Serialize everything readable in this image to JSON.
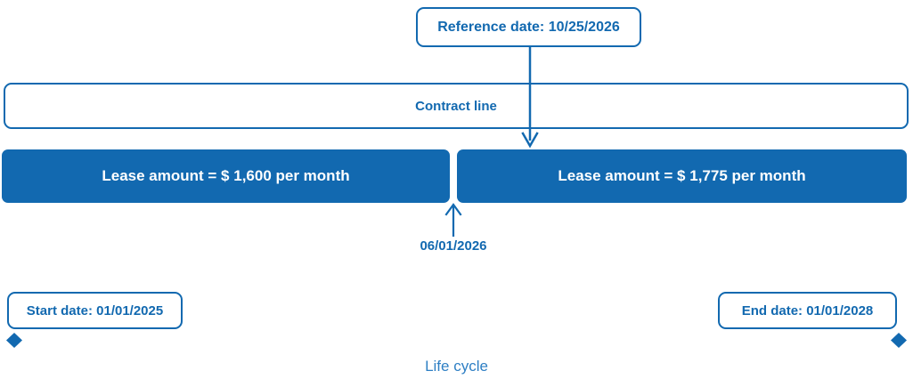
{
  "colors": {
    "primary_blue": "#1269b0",
    "bar_fill": "#1269b0",
    "bar_text": "#ffffff",
    "lifecycle_label": "#2e7fc4",
    "background": "#ffffff"
  },
  "reference": {
    "label": "Reference date: 10/25/2026"
  },
  "contract": {
    "label": "Contract line"
  },
  "lease_periods": [
    {
      "label": "Lease amount = $ 1,600 per month",
      "amount": "1,600",
      "currency": "$",
      "period": "per month"
    },
    {
      "label": "Lease amount = $ 1,775 per month",
      "amount": "1,775",
      "currency": "$",
      "period": "per month"
    }
  ],
  "change_date": {
    "label": "06/01/2026"
  },
  "lifecycle": {
    "start_label": "Start date: 01/01/2025",
    "end_label": "End date: 01/01/2028",
    "axis_label": "Life cycle"
  }
}
